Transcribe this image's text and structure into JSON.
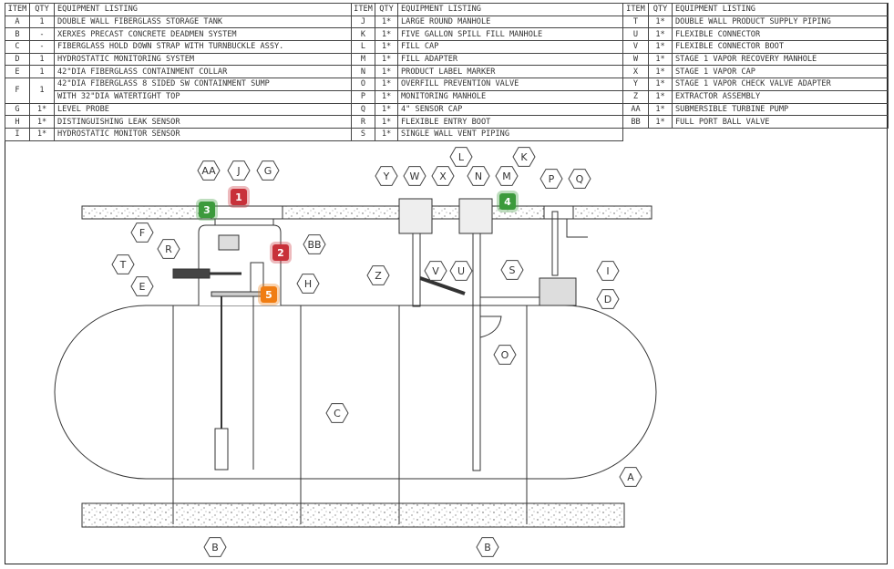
{
  "headers": {
    "item": "ITEM",
    "qty": "QTY",
    "listing": "EQUIPMENT LISTING"
  },
  "tables": [
    [
      {
        "item": "A",
        "qty": "1",
        "desc": "DOUBLE WALL FIBERGLASS STORAGE TANK"
      },
      {
        "item": "B",
        "qty": "-",
        "desc": "XERXES PRECAST CONCRETE DEADMEN SYSTEM"
      },
      {
        "item": "C",
        "qty": "-",
        "desc": "FIBERGLASS HOLD DOWN STRAP WITH TURNBUCKLE ASSY."
      },
      {
        "item": "D",
        "qty": "1",
        "desc": "HYDROSTATIC MONITORING SYSTEM"
      },
      {
        "item": "E",
        "qty": "1",
        "desc": "42\"DIA FIBERGLASS CONTAINMENT COLLAR"
      },
      {
        "item": "F",
        "qty": "1",
        "desc": "42\"DIA FIBERGLASS 8 SIDED SW CONTAINMENT SUMP",
        "desc2": "WITH 32\"DIA WATERTIGHT TOP"
      },
      {
        "item": "G",
        "qty": "1*",
        "desc": "LEVEL PROBE"
      },
      {
        "item": "H",
        "qty": "1*",
        "desc": "DISTINGUISHING LEAK SENSOR"
      },
      {
        "item": "I",
        "qty": "1*",
        "desc": "HYDROSTATIC MONITOR SENSOR"
      }
    ],
    [
      {
        "item": "J",
        "qty": "1*",
        "desc": "LARGE ROUND MANHOLE"
      },
      {
        "item": "K",
        "qty": "1*",
        "desc": "FIVE GALLON SPILL FILL MANHOLE"
      },
      {
        "item": "L",
        "qty": "1*",
        "desc": "FILL CAP"
      },
      {
        "item": "M",
        "qty": "1*",
        "desc": "FILL ADAPTER"
      },
      {
        "item": "N",
        "qty": "1*",
        "desc": "PRODUCT LABEL MARKER"
      },
      {
        "item": "O",
        "qty": "1*",
        "desc": "OVERFILL PREVENTION VALVE"
      },
      {
        "item": "P",
        "qty": "1*",
        "desc": "MONITORING MANHOLE"
      },
      {
        "item": "Q",
        "qty": "1*",
        "desc": "4\" SENSOR CAP"
      },
      {
        "item": "R",
        "qty": "1*",
        "desc": "FLEXIBLE ENTRY BOOT"
      },
      {
        "item": "S",
        "qty": "1*",
        "desc": "SINGLE WALL VENT PIPING"
      }
    ],
    [
      {
        "item": "T",
        "qty": "1*",
        "desc": "DOUBLE WALL PRODUCT SUPPLY PIPING"
      },
      {
        "item": "U",
        "qty": "1*",
        "desc": "FLEXIBLE CONNECTOR"
      },
      {
        "item": "V",
        "qty": "1*",
        "desc": "FLEXIBLE CONNECTOR BOOT"
      },
      {
        "item": "W",
        "qty": "1*",
        "desc": "STAGE 1 VAPOR RECOVERY MANHOLE"
      },
      {
        "item": "X",
        "qty": "1*",
        "desc": "STAGE 1 VAPOR CAP"
      },
      {
        "item": "Y",
        "qty": "1*",
        "desc": "STAGE 1 VAPOR CHECK VALVE ADAPTER"
      },
      {
        "item": "Z",
        "qty": "1*",
        "desc": "EXTRACTOR ASSEMBLY"
      },
      {
        "item": "AA",
        "qty": "1*",
        "desc": "SUBMERSIBLE TURBINE PUMP"
      },
      {
        "item": "BB",
        "qty": "1*",
        "desc": "FULL PORT BALL VALVE"
      }
    ]
  ],
  "callouts": [
    "AA",
    "J",
    "G",
    "F",
    "R",
    "T",
    "E",
    "BB",
    "H",
    "C",
    "Y",
    "W",
    "X",
    "L",
    "N",
    "M",
    "K",
    "P",
    "Q",
    "Z",
    "V",
    "U",
    "S",
    "I",
    "D",
    "O",
    "A",
    "B",
    "B"
  ],
  "badges": [
    {
      "label": "1",
      "color": "#c8313a"
    },
    {
      "label": "2",
      "color": "#c8313a"
    },
    {
      "label": "3",
      "color": "#3c9a3c"
    },
    {
      "label": "4",
      "color": "#3c9a3c"
    },
    {
      "label": "5",
      "color": "#f07d12"
    }
  ]
}
